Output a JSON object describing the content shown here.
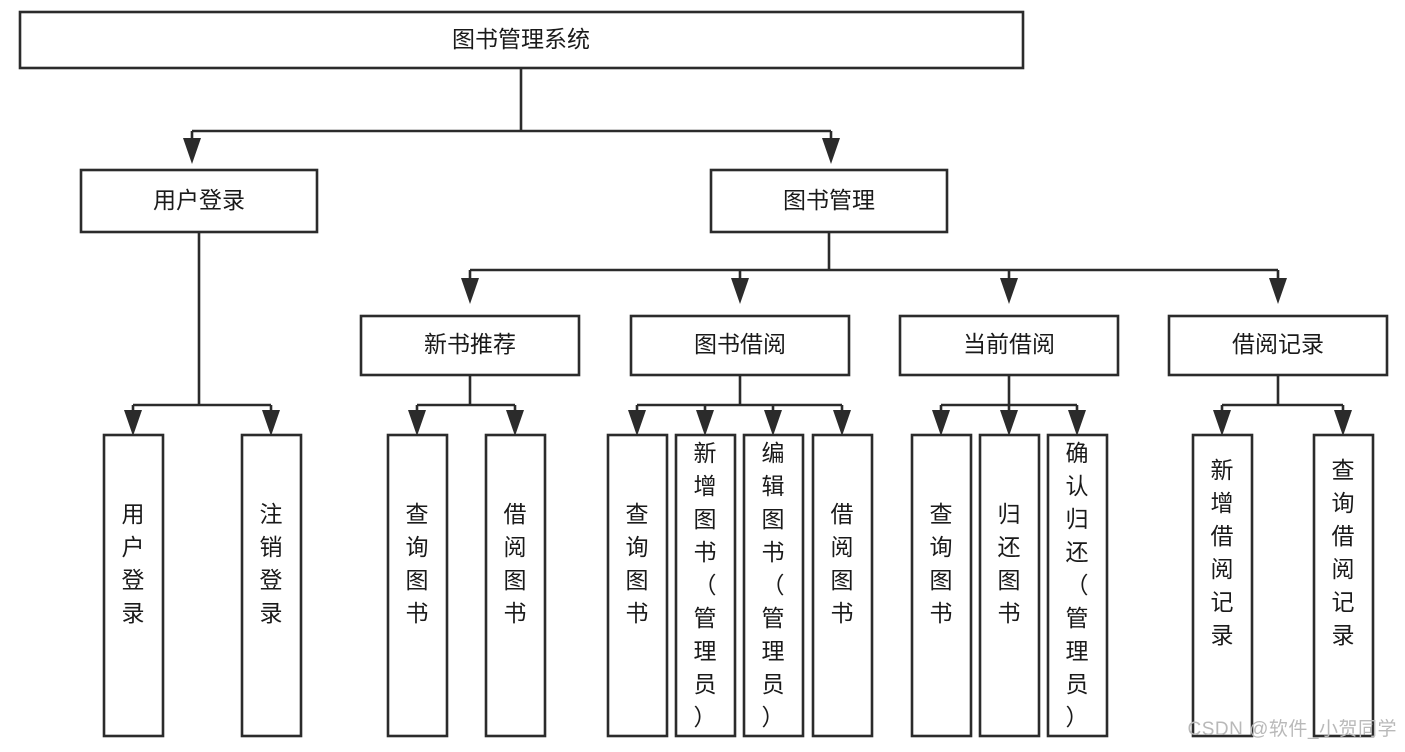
{
  "diagram": {
    "type": "tree",
    "title": "图书管理系统",
    "watermark": "CSDN @软件_小贺同学",
    "colors": {
      "stroke": "#2b2b2b",
      "fill": "#ffffff",
      "text": "#1a1a1a",
      "watermark": "#b9b9b9"
    },
    "levels": {
      "root": {
        "label": "图书管理系统"
      },
      "level2": [
        {
          "id": "user-login",
          "label": "用户登录"
        },
        {
          "id": "book-manage",
          "label": "图书管理"
        }
      ],
      "level3": [
        {
          "id": "new-book-recommend",
          "label": "新书推荐",
          "parent": "book-manage"
        },
        {
          "id": "book-borrow",
          "label": "图书借阅",
          "parent": "book-manage"
        },
        {
          "id": "current-borrow",
          "label": "当前借阅",
          "parent": "book-manage"
        },
        {
          "id": "borrow-record",
          "label": "借阅记录",
          "parent": "book-manage"
        }
      ],
      "leaves": [
        {
          "id": "leaf-user-login",
          "label": "用户登录",
          "parent": "user-login"
        },
        {
          "id": "leaf-logout-login",
          "label": "注销登录",
          "parent": "user-login"
        },
        {
          "id": "leaf-query-book-1",
          "label": "查询图书",
          "parent": "new-book-recommend"
        },
        {
          "id": "leaf-borrow-book-1",
          "label": "借阅图书",
          "parent": "new-book-recommend"
        },
        {
          "id": "leaf-query-book-2",
          "label": "查询图书",
          "parent": "book-borrow"
        },
        {
          "id": "leaf-add-book",
          "label": "新增图书（管理员）",
          "parent": "book-borrow"
        },
        {
          "id": "leaf-edit-book",
          "label": "编辑图书（管理员）",
          "parent": "book-borrow"
        },
        {
          "id": "leaf-borrow-book-2",
          "label": "借阅图书",
          "parent": "book-borrow"
        },
        {
          "id": "leaf-query-book-3",
          "label": "查询图书",
          "parent": "current-borrow"
        },
        {
          "id": "leaf-return-book",
          "label": "归还图书",
          "parent": "current-borrow"
        },
        {
          "id": "leaf-confirm-return",
          "label": "确认归还（管理员）",
          "parent": "current-borrow"
        },
        {
          "id": "leaf-add-record",
          "label": "新增借阅记录",
          "parent": "borrow-record"
        },
        {
          "id": "leaf-query-record",
          "label": "查询借阅记录",
          "parent": "borrow-record"
        }
      ]
    }
  }
}
